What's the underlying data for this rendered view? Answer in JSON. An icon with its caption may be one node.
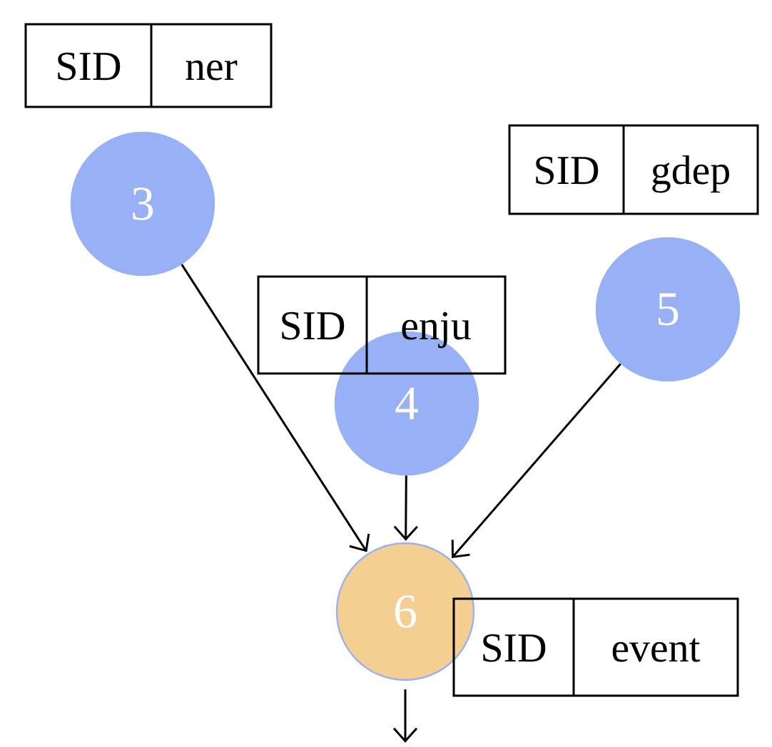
{
  "diagram": {
    "nodes": [
      {
        "text": [
          "SID",
          "ner"
        ]
      },
      {
        "text": [
          "3"
        ]
      },
      {
        "text": [
          "SID",
          "gdep"
        ]
      },
      {
        "text": [
          "SID",
          "enju"
        ]
      },
      {
        "text": [
          "5"
        ]
      },
      {
        "text": [
          "4"
        ]
      },
      {
        "text": [
          "6"
        ]
      },
      {
        "text": [
          "SID",
          "event"
        ]
      }
    ],
    "edges": [
      {
        "from": 1,
        "to": 6,
        "arrow": "to"
      },
      {
        "from": 5,
        "to": 6,
        "arrow": "to"
      },
      {
        "from": 4,
        "to": 6,
        "arrow": "to"
      },
      {
        "from": 6,
        "to": null,
        "arrow": "to"
      }
    ]
  }
}
